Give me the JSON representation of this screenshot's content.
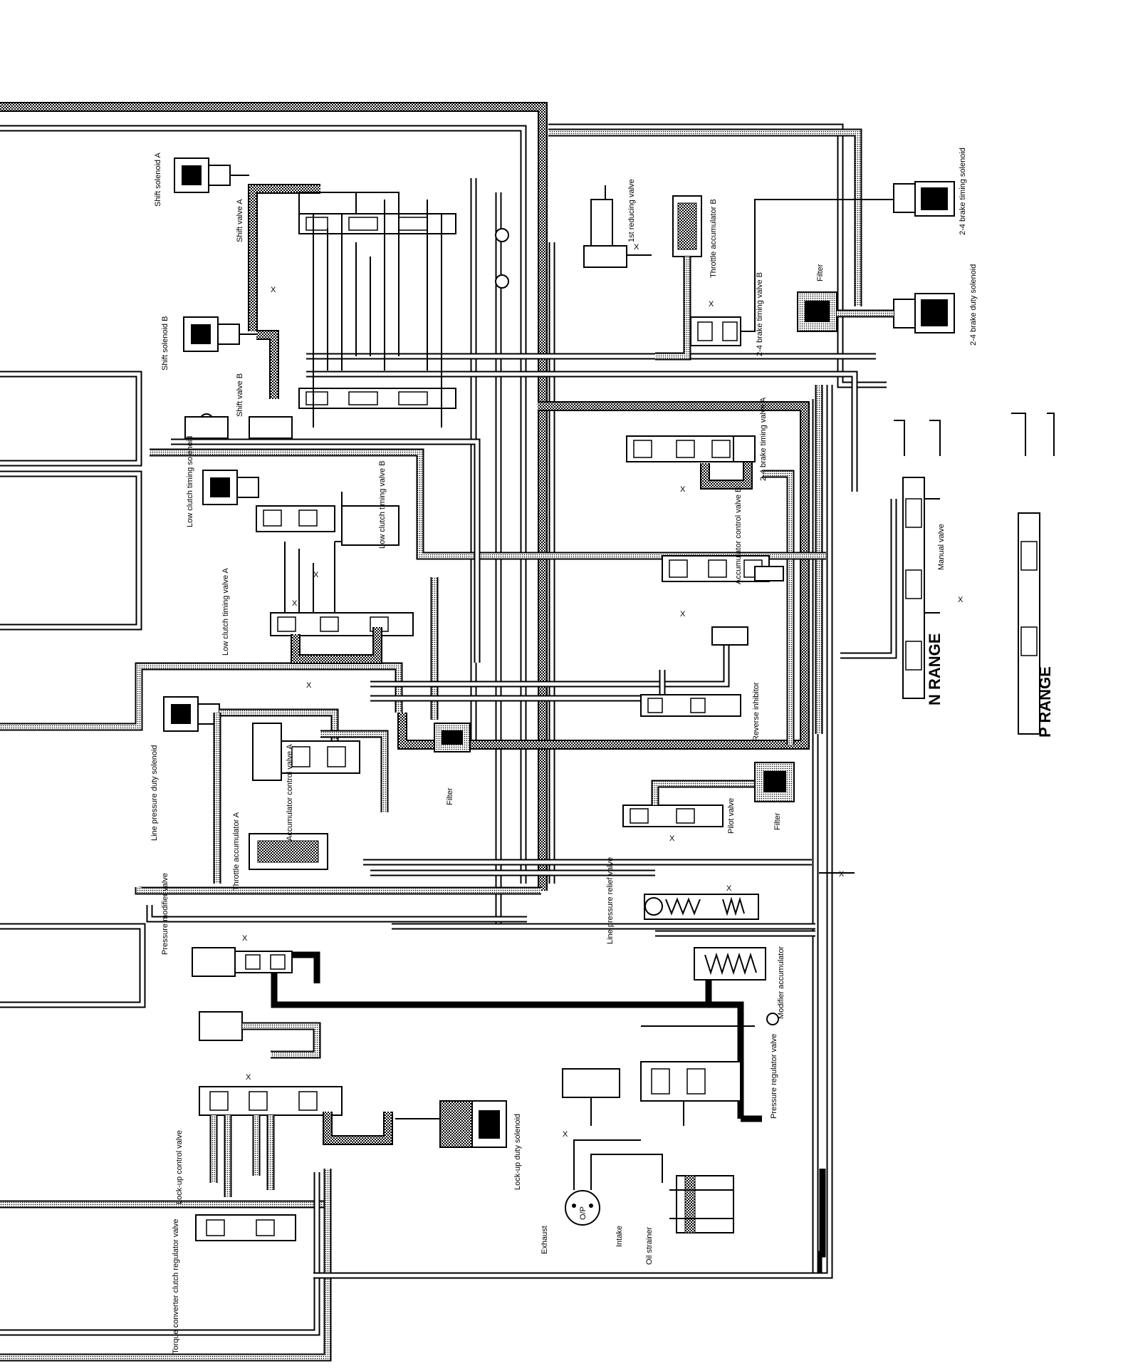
{
  "labels": {
    "shift_solenoid_a": "Shift solenoid A",
    "shift_valve_a": "Shift valve A",
    "shift_solenoid_b": "Shift solenoid B",
    "shift_valve_b": "Shift valve B",
    "low_clutch_timing_solenoid": "Low clutch timing solenoid",
    "low_clutch_timing_valve_b": "Low clutch timing valve B",
    "low_clutch_timing_valve_a": "Low clutch timing valve A",
    "line_pressure_duty_solenoid": "Line pressure duty solenoid",
    "throttle_accumulator_a": "Throttle accumulator A",
    "accumulator_control_valve_a": "Accumulator control valve A",
    "filter_center": "Filter",
    "pressure_modifier_valve": "Pressure modifier valve",
    "lockup_control_valve": "Lock-up control valve",
    "torque_converter_clutch_regulator_valve": "Torque converter clutch regulator valve",
    "lockup_duty_solenoid": "Lock-up duty solenoid",
    "first_reducing_valve": "1st reducing valve",
    "throttle_accumulator_b": "Throttle accumulator B",
    "brake_timing_valve_b": "2-4 brake timing valve B",
    "filter_upper": "Filter",
    "brake_timing_solenoid": "2-4 brake timing solenoid",
    "brake_duty_solenoid": "2-4 brake duty solenoid",
    "brake_timing_valve_a": "2-4 brake timing valve A",
    "accumulator_control_valve_b": "Accumulator control valve B",
    "reverse_inhibitor": "Reverse inhibitor",
    "pilot_valve": "Pilot valve",
    "filter_lower": "Filter",
    "line_pressure_relief_valve": "Line pressure relief valve",
    "modifier_accumulator": "Modifier accumulator",
    "pressure_regulator_valve": "Pressure regulator valve",
    "manual_valve": "Manual valve",
    "n_range": "N RANGE",
    "p_range": "P RANGE",
    "exhaust": "Exhaust",
    "op": "O/P",
    "intake": "Intake",
    "oil_strainer": "Oil strainer",
    "x": "X"
  }
}
